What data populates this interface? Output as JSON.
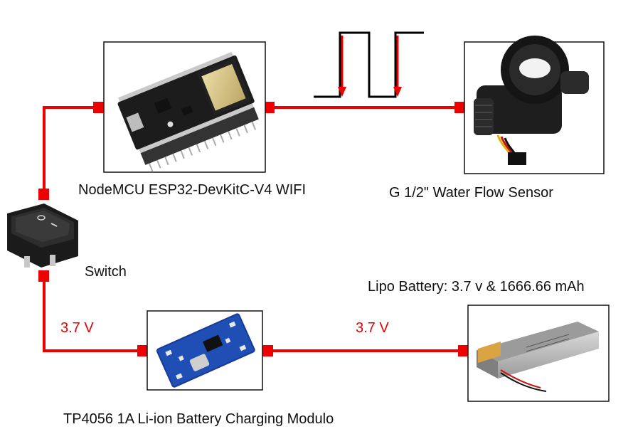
{
  "labels": {
    "esp32": "NodeMCU ESP32-DevKitC-V4 WIFI",
    "flow_sensor": "G 1/2\" Water Flow Sensor",
    "switch": "Switch",
    "battery": "Lipo Battery: 3.7 v & 1666.66 mAh",
    "charger": "TP4056 1A Li-ion Battery Charging Modulo",
    "voltage_left": "3.7 V",
    "voltage_right": "3.7 V"
  },
  "colors": {
    "wire": "#ee0000",
    "pulse": "#000000",
    "frame": "#111111"
  },
  "icons": {
    "esp32": "esp32-board-icon",
    "flow_sensor": "water-flow-sensor-icon",
    "switch": "rocker-switch-icon",
    "charger": "tp4056-module-icon",
    "battery": "lipo-battery-icon",
    "pulse": "square-wave-pulse-icon"
  }
}
